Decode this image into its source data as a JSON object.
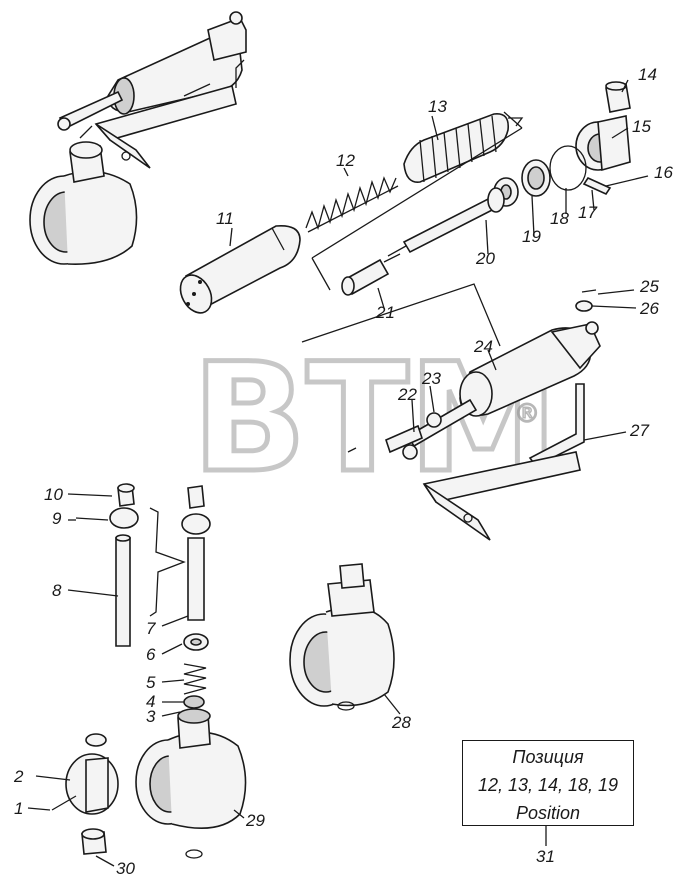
{
  "watermark": {
    "text": "BTM",
    "mark": "®"
  },
  "callouts": [
    "1",
    "2",
    "3",
    "4",
    "5",
    "6",
    "7",
    "8",
    "9",
    "10",
    "11",
    "12",
    "13",
    "14",
    "15",
    "16",
    "17",
    "18",
    "19",
    "20",
    "21",
    "22",
    "23",
    "24",
    "25",
    "26",
    "27",
    "28",
    "29",
    "30",
    "31"
  ],
  "note_box": {
    "line1": "Позиция",
    "line2": "12, 13, 14, 18, 19",
    "line3": "Position",
    "callout": "31"
  }
}
